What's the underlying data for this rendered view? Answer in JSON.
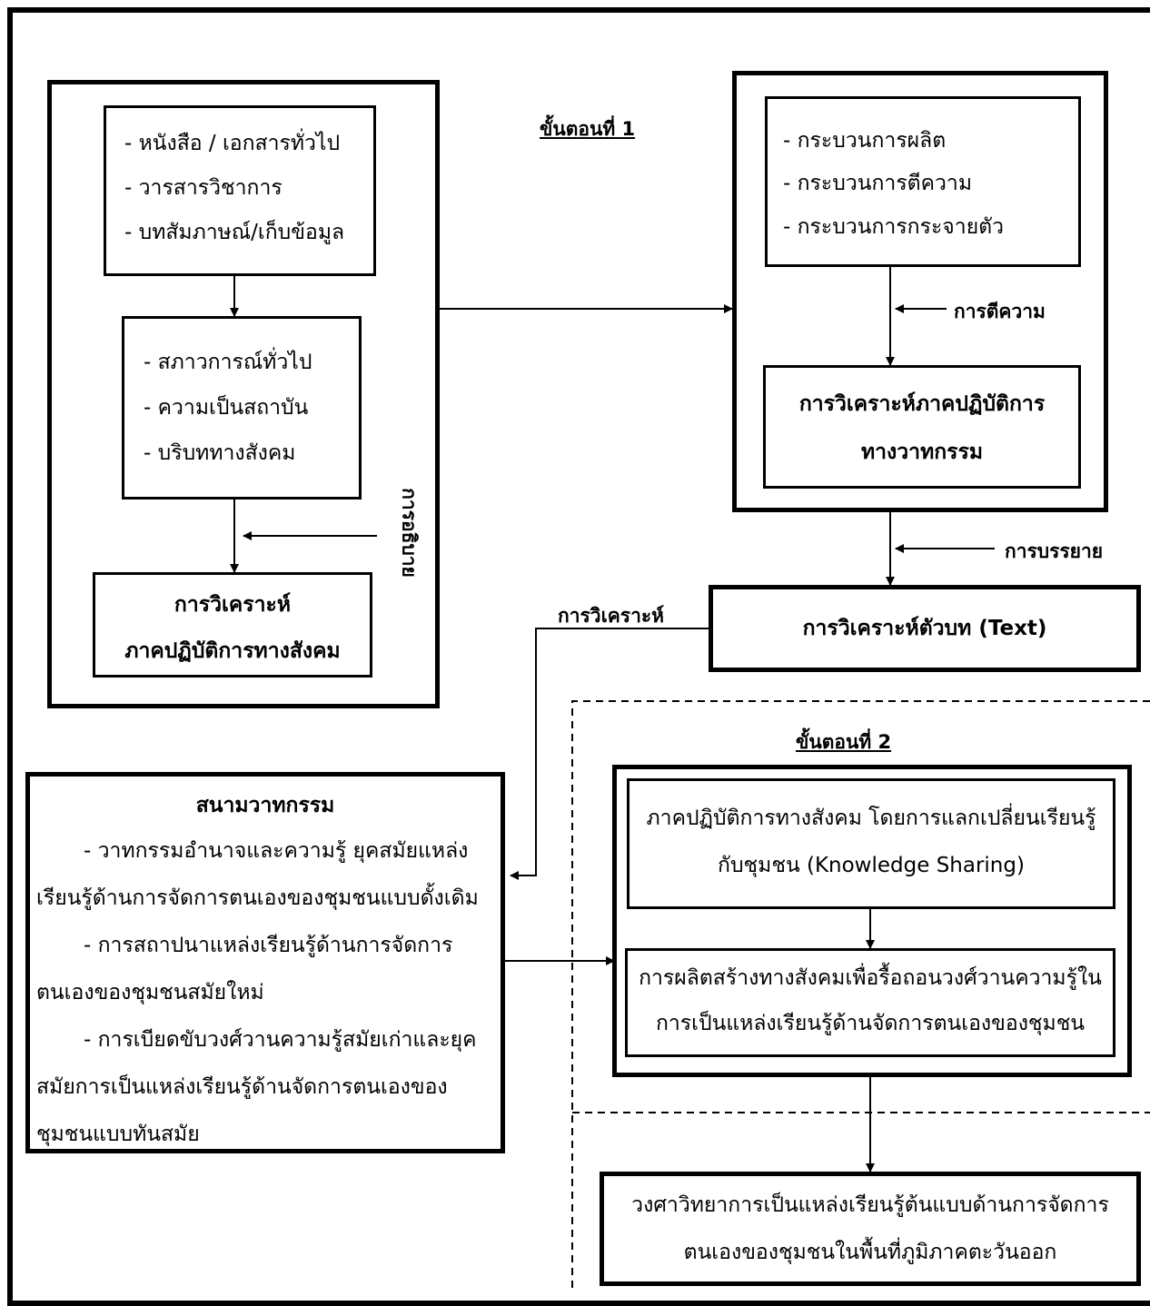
{
  "stage1": {
    "label": "ขั้นตอนที่ 1"
  },
  "stage2": {
    "label": "ขั้นตอนที่ 2"
  },
  "sources_box": {
    "items": [
      "- หนังสือ / เอกสารทั่วไป",
      "- วารสารวิชาการ",
      "- บทสัมภาษณ์/เก็บข้อมูล"
    ]
  },
  "context_box": {
    "items": [
      "- สภาวการณ์ทั่วไป",
      "- ความเป็นสถาบัน",
      "- บริบททางสังคม"
    ]
  },
  "social_practice_box": {
    "lines": [
      "การวิเคราะห์",
      "ภาคปฏิบัติการทางสังคม"
    ]
  },
  "processes_box": {
    "items": [
      "- กระบวนการผลิต",
      "- กระบวนการตีความ",
      "- กระบวนการกระจายตัว"
    ]
  },
  "discursive_practice_box": {
    "lines": [
      "การวิเคราะห์ภาคปฏิบัติการ",
      "ทางวาทกรรม"
    ]
  },
  "text_analysis_box": {
    "label": "การวิเคราะห์ตัวบท (Text)"
  },
  "discourse_field_box": {
    "title": "สนามวาทกรรม",
    "lines": [
      "- วาทกรรมอำนาจและความรู้ ยุคสมัยแหล่ง",
      "เรียนรู้ด้านการจัดการตนเองของชุมชนแบบดั้งเดิม",
      "- การสถาปนาแหล่งเรียนรู้ด้านการจัดการ",
      "ตนเองของชุมชนสมัยใหม่",
      "- การเบียดขับวงศ์วานความรู้สมัยเก่าและยุค",
      "สมัยการเป็นแหล่งเรียนรู้ด้านจัดการตนเองของ",
      "ชุมชนแบบทันสมัย"
    ]
  },
  "knowledge_sharing_box": {
    "lines": [
      "ภาคปฏิบัติการทางสังคม โดยการแลกเปลี่ยนเรียนรู้",
      "กับชุมชน (Knowledge Sharing)"
    ]
  },
  "social_construction_box": {
    "lines": [
      "การผลิตสร้างทางสังคมเพื่อรื้อถอนวงศ์วานความรู้ใน",
      "การเป็นแหล่งเรียนรู้ด้านจัดการตนเองของชุมชน"
    ]
  },
  "genealogy_box": {
    "lines": [
      "วงศาวิทยาการเป็นแหล่งเรียนรู้ต้นแบบด้านการจัดการ",
      "ตนเองของชุมชนในพื้นที่ภูมิภาคตะวันออก"
    ]
  },
  "edge_labels": {
    "interpretation": "การตีความ",
    "explanation": "การอธิบาย",
    "description": "การบรรยาย",
    "analysis": "การวิเคราะห์"
  }
}
